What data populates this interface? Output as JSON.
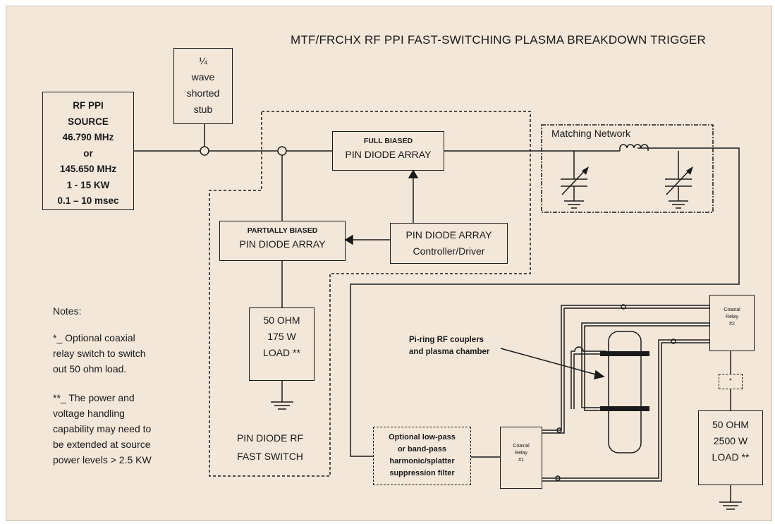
{
  "title": "MTF/FRCHX RF PPI FAST-SWITCHING PLASMA BREAKDOWN TRIGGER",
  "rf_source": {
    "lines": [
      "RF PPI",
      "SOURCE",
      "46.790 MHz",
      "or",
      "145.650 MHz",
      "1 - 15 KW",
      "0.1 – 10 msec"
    ]
  },
  "stub": {
    "lines": [
      "¼",
      "wave",
      "shorted",
      "stub"
    ]
  },
  "full_biased": {
    "heading": "FULL BIASED",
    "label": "PIN DIODE ARRAY"
  },
  "partially_biased": {
    "heading": "PARTIALLY BIASED",
    "label": "PIN DIODE ARRAY"
  },
  "controller": {
    "lines": [
      "PIN DIODE ARRAY",
      "Controller/Driver"
    ]
  },
  "matching_network": {
    "label": "Matching Network"
  },
  "load_175": {
    "lines": [
      "50 OHM",
      "175 W",
      "LOAD **"
    ]
  },
  "load_2500": {
    "lines": [
      "50 OHM",
      "2500 W",
      "LOAD **"
    ]
  },
  "switch_label": {
    "lines": [
      "PIN DIODE RF",
      "FAST SWITCH"
    ]
  },
  "notes": {
    "heading": "Notes:",
    "note1": [
      "*_  Optional coaxial",
      "relay switch to switch",
      "out 50 ohm load."
    ],
    "note2": [
      "**_  The power and",
      "voltage handling",
      "capability may need to",
      "be extended at source",
      "power levels > 2.5 KW"
    ]
  },
  "filter": {
    "lines": [
      "Optional low-pass",
      "or band-pass",
      "harmonic/splatter",
      "suppression filter"
    ]
  },
  "relay1": {
    "lines": [
      "Coaxial",
      "Relay",
      "#1"
    ]
  },
  "relay2": {
    "lines": [
      "Coaxial",
      "Relay",
      "#2"
    ]
  },
  "optional_relay": {
    "label": "*"
  },
  "couplers": {
    "lines": [
      "Pi-ring RF couplers",
      "and plasma chamber"
    ]
  },
  "colors": {
    "background": "#f2e7d8",
    "line": "#1a1a1a"
  }
}
